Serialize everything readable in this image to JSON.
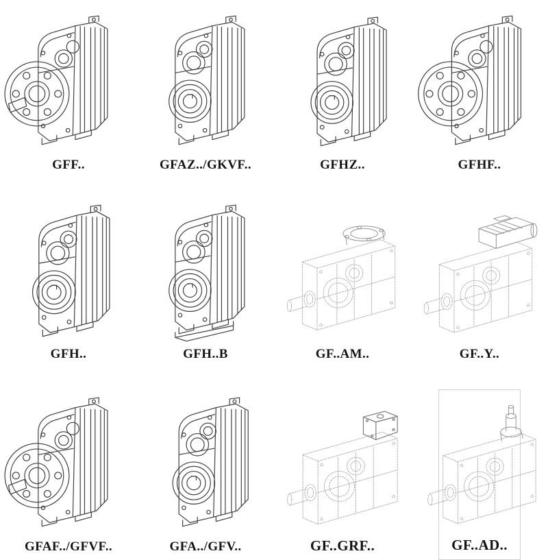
{
  "page": {
    "background": "#ffffff",
    "line_color": "#3c3c41",
    "ghost_line_color": "#a8a8b0",
    "border_color": "#cfcfcf"
  },
  "cells": [
    {
      "label": "GFF..",
      "drawing": "flange-output-gearbox-drawing"
    },
    {
      "label": "GFAZ../GKVF..",
      "drawing": "hollow-shaft-gearbox-drawing"
    },
    {
      "label": "GFHZ..",
      "drawing": "hollow-shaft-gearbox-drawing"
    },
    {
      "label": "GFHF..",
      "drawing": "flange-output-gearbox-drawing"
    },
    {
      "label": "GFH..",
      "drawing": "hollow-shaft-gearbox-drawing"
    },
    {
      "label": "GFH..B",
      "drawing": "hollow-shaft-gearbox-with-base-drawing"
    },
    {
      "label": "GF..AM..",
      "drawing": "gearbox-with-top-motor-flange-drawing"
    },
    {
      "label": "GF..Y..",
      "drawing": "gearbox-with-mounted-motor-drawing"
    },
    {
      "label": "GFAF../GFVF..",
      "drawing": "flange-output-gearbox-drawing"
    },
    {
      "label": "GFA../GFV..",
      "drawing": "hollow-shaft-gearbox-drawing"
    },
    {
      "label": "GF..GRF..",
      "drawing": "gearbox-with-adapter-box-drawing"
    },
    {
      "label": "GF..AD..",
      "drawing": "gearbox-with-input-shaft-adapter-drawing"
    }
  ]
}
